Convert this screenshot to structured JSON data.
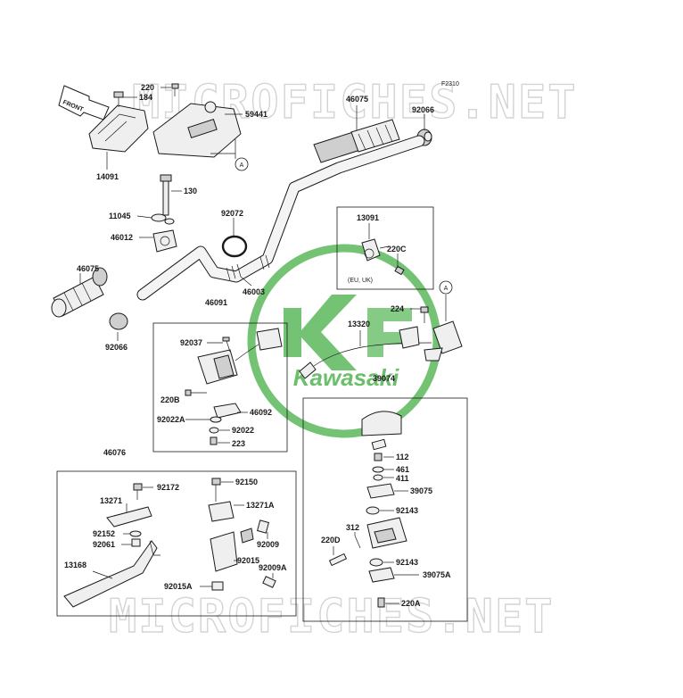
{
  "diagram": {
    "figure_code": "F2310",
    "front_arrow_text": "FRONT",
    "watermark_text": "MICROFICHES.NET",
    "logo_text": "Kawasaki",
    "callout_a": "A",
    "eu_uk_note": "(EU, UK)",
    "colors": {
      "logo_green": "#5cb85c",
      "line": "#1a1a1a",
      "watermark": "#d4d4d4"
    },
    "labels": {
      "l220": "220",
      "l184": "184",
      "l59441": "59441",
      "l14091": "14091",
      "l46075_top": "46075",
      "l92066_top": "92066",
      "l130": "130",
      "l11045": "11045",
      "l46012": "46012",
      "l92072": "92072",
      "l46003": "46003",
      "l13091": "13091",
      "l220c": "220C",
      "l46075_left": "46075",
      "l92066_left": "92066",
      "l46091": "46091",
      "l92037": "92037",
      "l220b": "220B",
      "l92022a": "92022A",
      "l46092": "46092",
      "l92022": "92022",
      "l223": "223",
      "l224": "224",
      "l13320": "13320",
      "l39074": "39074",
      "l112": "112",
      "l461": "461",
      "l411": "411",
      "l39075": "39075",
      "l92143_a": "92143",
      "l312": "312",
      "l220d": "220D",
      "l92143_b": "92143",
      "l39075a": "39075A",
      "l220a": "220A",
      "l46076": "46076",
      "l92172": "92172",
      "l92150": "92150",
      "l13271": "13271",
      "l13271a": "13271A",
      "l92152": "92152",
      "l92061": "92061",
      "l92009": "92009",
      "l92015": "92015",
      "l13168": "13168",
      "l92009a": "92009A",
      "l92015a": "92015A"
    }
  }
}
